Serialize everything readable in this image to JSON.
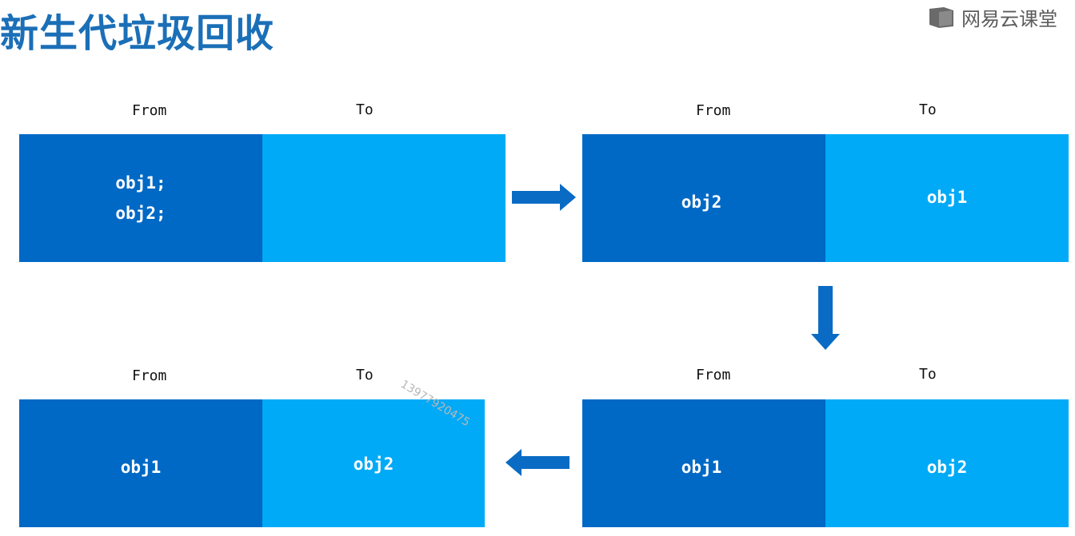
{
  "title": "新生代垃圾回收",
  "logo": {
    "text": "网易云课堂",
    "icon": "book-icon"
  },
  "watermark": "13977920475",
  "labels": {
    "from": "From",
    "to": "To"
  },
  "colors": {
    "from": "#0069c5",
    "to": "#00aaf7",
    "arrow": "#0a6bc4",
    "title": "#1b6fb7"
  },
  "panels": [
    {
      "from_objects": [
        "obj1;",
        "obj2;"
      ],
      "to_objects": []
    },
    {
      "from_objects": [
        "obj2"
      ],
      "to_objects": [
        "obj1"
      ]
    },
    {
      "from_objects": [
        "obj1"
      ],
      "to_objects": [
        "obj2"
      ]
    },
    {
      "from_objects": [
        "obj1"
      ],
      "to_objects": [
        "obj2"
      ]
    }
  ],
  "arrows": [
    "right-arrow-icon",
    "down-arrow-icon",
    "left-arrow-icon"
  ]
}
